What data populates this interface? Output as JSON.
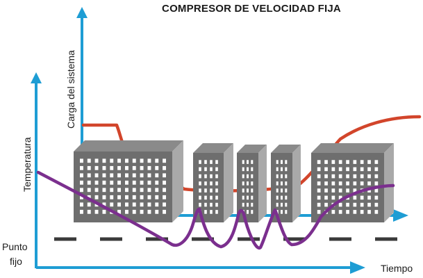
{
  "title": "COMPRESOR DE VELOCIDAD FIJA",
  "labels": {
    "load_axis": "Carga del sistema",
    "temperature_axis": "Temperatura",
    "time_axis": "Tiempo",
    "setpoint_line1": "Punto",
    "setpoint_line2": "fijo"
  },
  "colors": {
    "axis_blue": "#1e9dd4",
    "load_curve": "#d2452b",
    "temperature_curve": "#7b2f8e",
    "building_front": "#6e6e6e",
    "building_side": "#a9a9a9",
    "building_top": "#8a8a8a",
    "window": "#ffffff",
    "setpoint_dash": "#3a3a3a"
  },
  "building_count": 5,
  "icons": [
    "building-icon"
  ]
}
